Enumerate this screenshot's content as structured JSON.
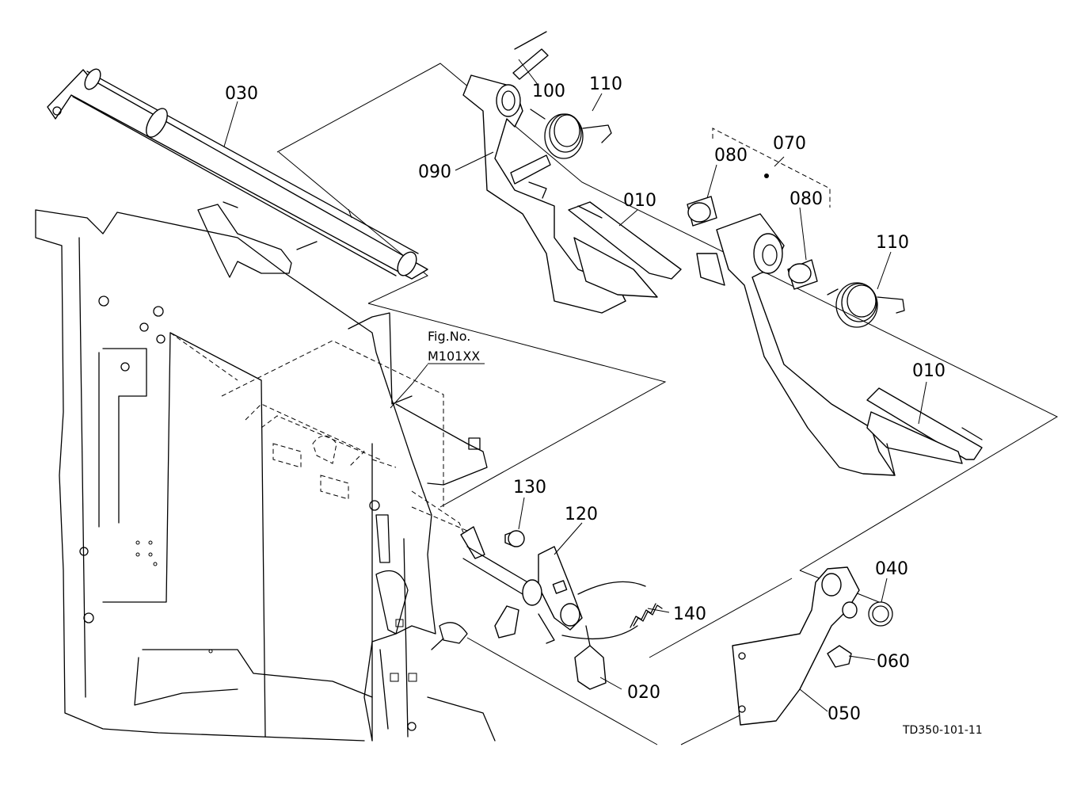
{
  "labels": {
    "p030": "030",
    "p100": "100",
    "p110a": "110",
    "p090": "090",
    "p080a": "080",
    "p070": "070",
    "p010a": "010",
    "p080b": "080",
    "p110b": "110",
    "p010b": "010",
    "p130": "130",
    "p120": "120",
    "p140": "140",
    "p020": "020",
    "p040": "040",
    "p060": "060",
    "p050": "050"
  },
  "figure_ref": {
    "line1": "Fig.No.",
    "line2": "M101XX"
  },
  "drawing_code": "TD350-101-11"
}
